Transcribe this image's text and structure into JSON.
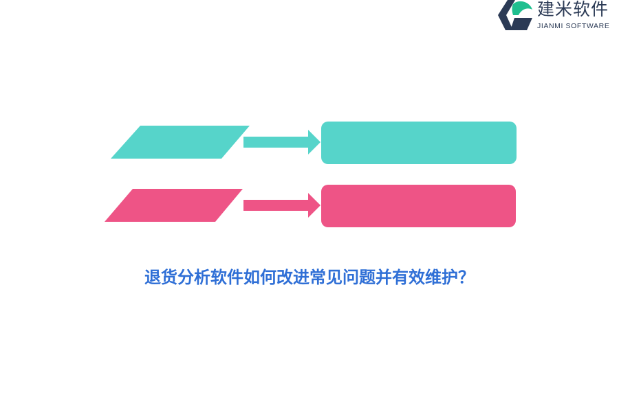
{
  "brand": {
    "title": "建米软件",
    "subtitle": "JIANMI SOFTWARE",
    "colors": {
      "dark": "#2b3a55",
      "green": "#1fbf8f"
    }
  },
  "diagram": {
    "rows": [
      {
        "color": "#56d4ca"
      },
      {
        "color": "#ee5486"
      }
    ]
  },
  "caption": "退货分析软件如何改进常见问题并有效维护？",
  "colors": {
    "caption": "#2f6fd6"
  }
}
